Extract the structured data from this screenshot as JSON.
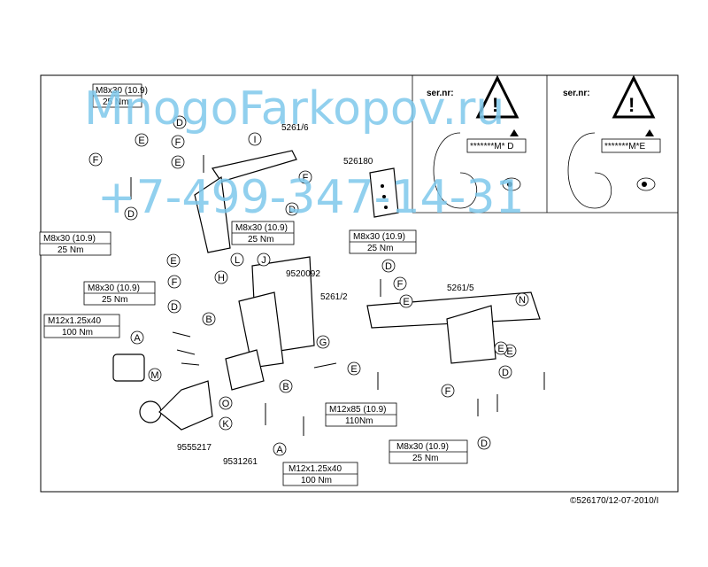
{
  "watermark": {
    "line1": "MnogoFarkopov.ru",
    "line2": "+7-499-347-14-31"
  },
  "serial_panels": [
    {
      "heading": "ser.nr:",
      "code": "*******M* D"
    },
    {
      "heading": "ser.nr:",
      "code": "*******M*E"
    }
  ],
  "spec_boxes": [
    {
      "spec": "M8x30 (10.9)",
      "torque": "25 Nm"
    },
    {
      "spec": "M8x30 (10.9)",
      "torque": "25 Nm"
    },
    {
      "spec": "M8x30 (10.9)",
      "torque": "25 Nm"
    },
    {
      "spec": "M8x30 (10.9)",
      "torque": "25 Nm"
    },
    {
      "spec": "M8x30 (10.9)",
      "torque": "25 Nm"
    },
    {
      "spec": "M12x1.25x40",
      "torque": "100 Nm"
    },
    {
      "spec": "M12x85 (10.9)",
      "torque": "110Nm"
    },
    {
      "spec": "M8x30 (10.9)",
      "torque": "25 Nm"
    },
    {
      "spec": "M12x1.25x40",
      "torque": "100 Nm"
    }
  ],
  "part_numbers": [
    "5261/6",
    "526180",
    "9520092",
    "5261/2",
    "5261/5",
    "9555217",
    "9531261"
  ],
  "letters": [
    "D",
    "E",
    "F",
    "E",
    "F",
    "I",
    "F",
    "D",
    "D",
    "E",
    "F",
    "D",
    "L",
    "J",
    "H",
    "B",
    "A",
    "M",
    "G",
    "O",
    "K",
    "B",
    "A",
    "D",
    "F",
    "E",
    "N",
    "E",
    "F",
    "E",
    "D",
    "D",
    "E"
  ],
  "footer": "©526170/12-07-2010/I"
}
